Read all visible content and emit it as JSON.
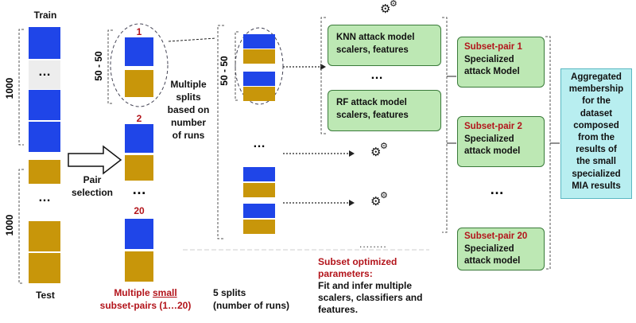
{
  "left_column": {
    "train_label": "Train",
    "test_label": "Test",
    "size_top": "1000",
    "size_bottom": "1000",
    "ellipsis": "…"
  },
  "pair_selection": {
    "label_line1": "Pair",
    "label_line2": "selection"
  },
  "subset_column": {
    "ratio_label": "50 - 50",
    "pair_1": "1",
    "pair_2": "2",
    "pair_20": "20",
    "dots": "…",
    "caption_prefix": "Multiple ",
    "caption_underlined": "small",
    "caption_line2": "subset-pairs (1…20)"
  },
  "multiple_splits": {
    "line1": "Multiple",
    "line2": "splits",
    "line3": "based on",
    "line4": "number",
    "line5": "of runs"
  },
  "splits_column": {
    "ratio_label": "50 - 50",
    "dots": "…",
    "caption_line1": "5 splits",
    "caption_line2": "(number of runs)"
  },
  "attack_models": {
    "knn_line1": "KNN attack model",
    "knn_line2": "scalers, features",
    "dots": "…",
    "rf_line1": "RF attack model",
    "rf_line2": "scalers, features",
    "dotted_sep": "........"
  },
  "optimized": {
    "title_line1": "Subset optimized",
    "title_line2": "parameters:",
    "body_line1": "Fit and infer multiple",
    "body_line2": "scalers, classifiers and",
    "body_line3": "features."
  },
  "subset_pairs": [
    {
      "title": "Subset-pair 1",
      "line1": "Specialized",
      "line2": "attack Model"
    },
    {
      "title": "Subset-pair 2",
      "line1": "Specialized",
      "line2": "attack model"
    },
    {
      "title": "Subset-pair 20",
      "line1": "Specialized",
      "line2": "attack model"
    }
  ],
  "subset_pairs_dots": "…",
  "aggregated": {
    "lines": [
      "Aggregated",
      "membership",
      "for the",
      "dataset",
      "composed",
      "from the",
      "results of",
      "the small",
      "specialized",
      "MIA results"
    ]
  },
  "colors": {
    "member": "#1f45e8",
    "nonmember": "#c8960a",
    "model_box": "#bde8b4",
    "aggregate_box": "#b8eef0",
    "highlight_text": "#b3141b"
  }
}
